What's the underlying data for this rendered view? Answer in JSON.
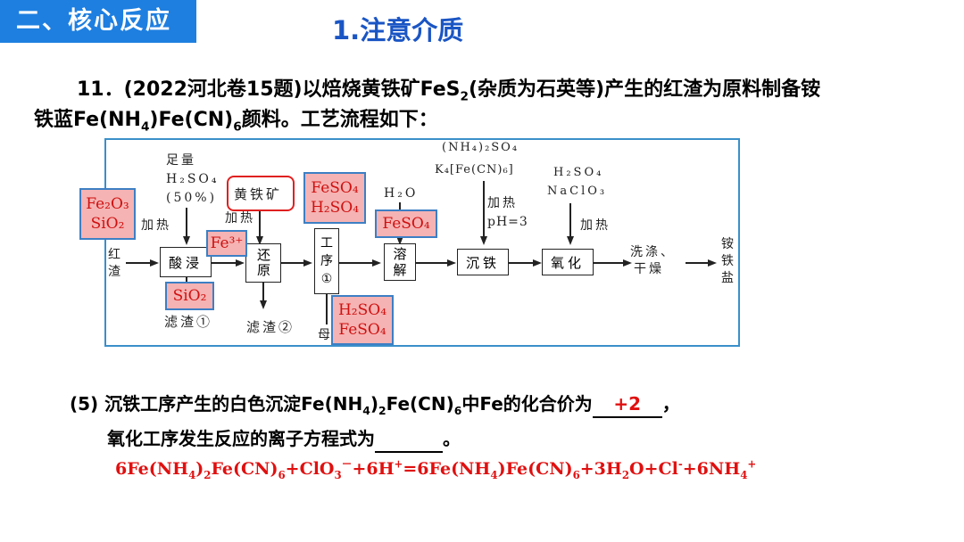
{
  "header": {
    "section_badge": "二、核心反应",
    "section_title": "1.注意介质"
  },
  "question": {
    "line1_a": "11．(2022河北卷15题)以焙烧黄铁矿FeS",
    "line1_sub": "2",
    "line1_b": "(杂质为石英等)产生的红渣为原料制备铵",
    "line2_a": "铁蓝Fe(NH",
    "line2_sub1": "4",
    "line2_b": ")Fe(CN)",
    "line2_sub2": "6",
    "line2_c": "颜料。工艺流程如下："
  },
  "flow": {
    "input_label_1": "红",
    "input_label_2": "渣",
    "acid_leach": "酸浸",
    "reduce": "还原",
    "process": "工序①",
    "process_chars": [
      "工",
      "序",
      "①"
    ],
    "dissolve_chars": [
      "溶",
      "解"
    ],
    "precipitate": "沉铁",
    "oxidize": "氧化",
    "wash_dry_1": "洗涤、",
    "wash_dry_2": "干燥",
    "product_chars": [
      "铵",
      "铁",
      "盐"
    ],
    "reagent1_l1": "足量",
    "reagent1_l2": "H₂SO₄",
    "reagent1_l3": "(50%)",
    "reagent1_l4": "加热",
    "pyrite": "黄铁矿",
    "pyrite_heat": "加热",
    "water": "H₂O",
    "reagent_ppt_l1": "(NH₄)₂SO₄",
    "reagent_ppt_l2": "K₄[Fe(CN)₆]",
    "reagent_ppt_l3": "加热",
    "reagent_ppt_l4": "pH=3",
    "reagent_ox_l1": "H₂SO₄",
    "reagent_ox_l2": "NaClO₃",
    "reagent_ox_l3": "加热",
    "residue1": "滤渣①",
    "residue2": "滤渣②",
    "mother_liquor": "母"
  },
  "annotations": {
    "red_input_1": "Fe₂O₃",
    "red_input_2": "SiO₂",
    "red_fe3": "Fe³⁺",
    "red_sio2": "SiO₂",
    "red_proc_1": "FeSO₄",
    "red_proc_2": "H₂SO₄",
    "red_dissolve": "FeSO₄",
    "red_mother_1": "H₂SO₄",
    "red_mother_2": "FeSO₄"
  },
  "question5": {
    "line1_a": "(5) 沉铁工序产生的白色沉淀Fe(NH",
    "line1_sub1": "4",
    "line1_b": ")",
    "line1_sub2": "2",
    "line1_c": "Fe(CN)",
    "line1_sub3": "6",
    "line1_d": "中Fe的化合价为",
    "answer_valence": "+2",
    "line1_end": "，",
    "line2": "氧化工序发生反应的离子方程式为",
    "line2_end": "。"
  },
  "answer_equation": {
    "p1": "6Fe(NH",
    "s1": "4",
    "p2": ")",
    "s2": "2",
    "p3": "Fe(CN)",
    "s3": "6",
    "p4": "+ClO",
    "s4": "3",
    "sup4": "－",
    "p5": "+6H",
    "sup5": "+",
    "p6": "=6Fe(NH",
    "s6": "4",
    "p7": ")Fe(CN)",
    "s7": "6",
    "p8": "+3H",
    "s8": "2",
    "p9": "O+Cl",
    "sup9": "-",
    "p10": "+6NH",
    "s10": "4",
    "sup10": "+"
  },
  "colors": {
    "badge": "#1e7fe0",
    "title": "#1a55c4",
    "frame": "#3a8fc9",
    "answer_red": "#e01010",
    "annotation_fill": "#f5b3b3",
    "annotation_border": "#3d7fc4"
  }
}
